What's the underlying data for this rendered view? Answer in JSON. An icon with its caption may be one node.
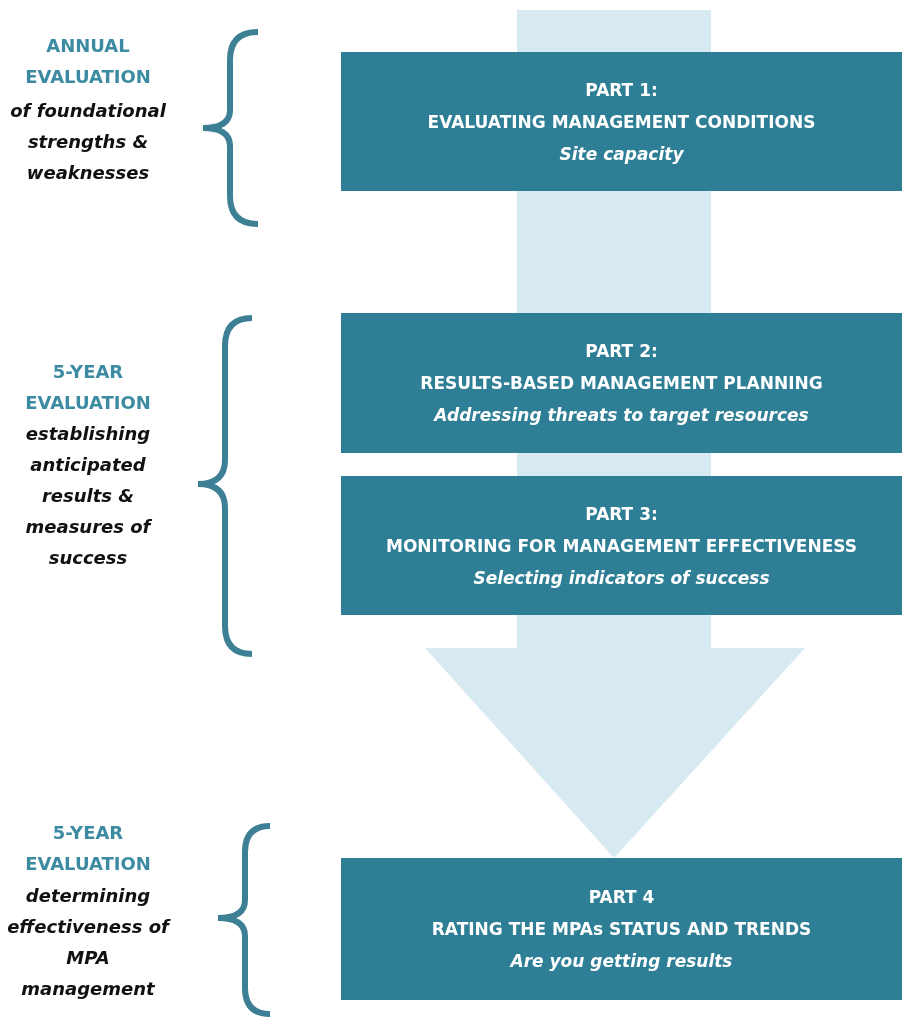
{
  "diagram": {
    "nodes": [
      {
        "text": [
          "PART 1:",
          "EVALUATING MANAGEMENT  CONDITIONS",
          "Site capacity"
        ]
      },
      {
        "text": [
          "PART 2:",
          "RESULTS-BASED MANAGEMENT PLANNING",
          "Addressing threats to target resources"
        ]
      },
      {
        "text": [
          "PART 3:",
          "MONITORING FOR MANAGEMENT EFFECTIVENESS",
          "Selecting indicators of success"
        ]
      },
      {
        "text": [
          "PART 4",
          "RATING THE MPAs STATUS AND TRENDS",
          "Are you getting results"
        ]
      }
    ],
    "edges": [],
    "labels": [
      "ANNUAL EVALUATION",
      "of foundational strengths & weaknesses",
      "5-YEAR EVALUATION",
      "establishing anticipated results & measures of success",
      "5-YEAR EVALUATION",
      "determining effectiveness of MPA management"
    ]
  }
}
